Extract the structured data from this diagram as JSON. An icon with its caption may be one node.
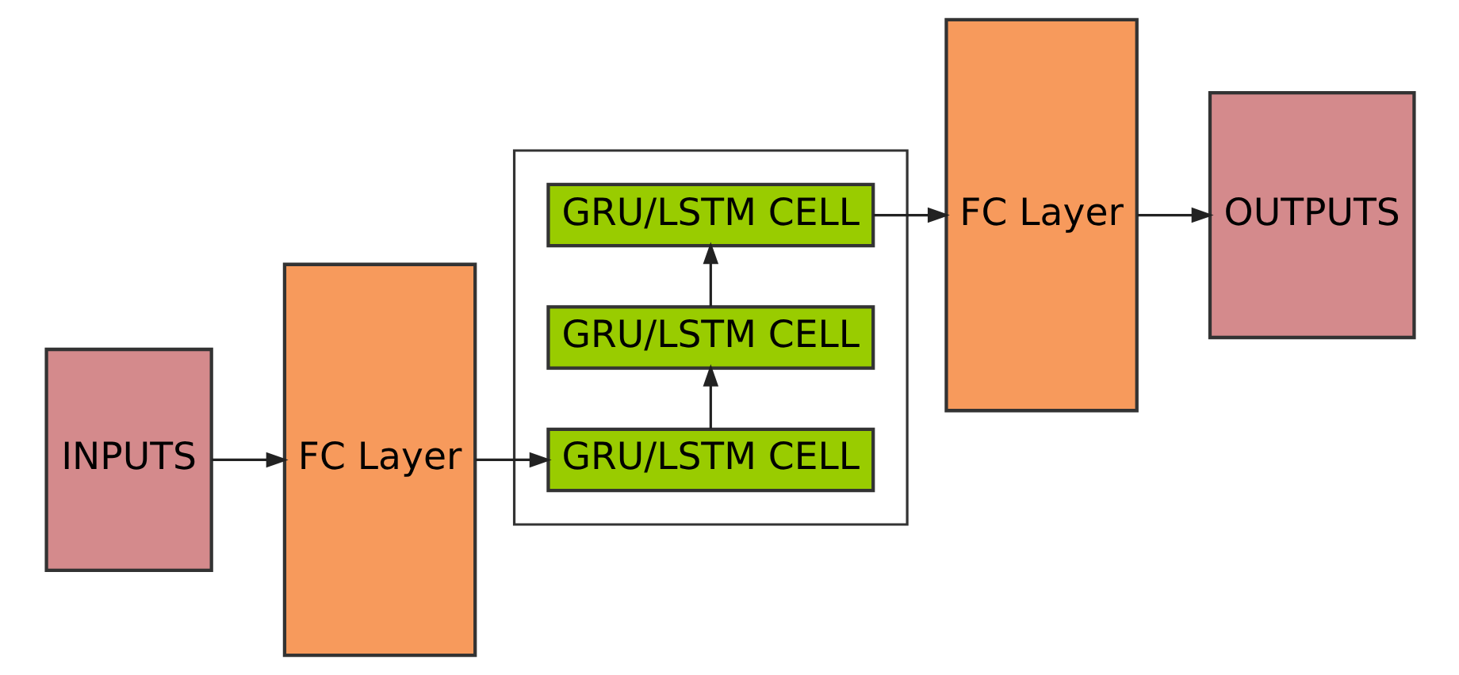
{
  "diagram": {
    "nodes": [
      {
        "text": [
          "INPUTS"
        ]
      },
      {
        "text": [
          "FC Layer"
        ]
      },
      {
        "text": [],
        "shape": "box"
      },
      {
        "text": [
          "GRU/LSTM CELL"
        ],
        "in": 2
      },
      {
        "text": [
          "GRU/LSTM CELL"
        ],
        "in": 2
      },
      {
        "text": [
          "GRU/LSTM CELL"
        ],
        "in": 2
      },
      {
        "text": [
          "FC Layer"
        ]
      },
      {
        "text": [
          "OUTPUTS"
        ]
      }
    ],
    "edges": [
      {
        "from": 0,
        "to": 1,
        "arrow": "to"
      },
      {
        "from": 1,
        "to": 5,
        "arrow": "to"
      },
      {
        "from": 5,
        "to": 4,
        "arrow": "to"
      },
      {
        "from": 4,
        "to": 3,
        "arrow": "to"
      },
      {
        "from": 3,
        "to": 6,
        "arrow": "to"
      },
      {
        "from": 6,
        "to": 7,
        "arrow": "to"
      }
    ]
  }
}
